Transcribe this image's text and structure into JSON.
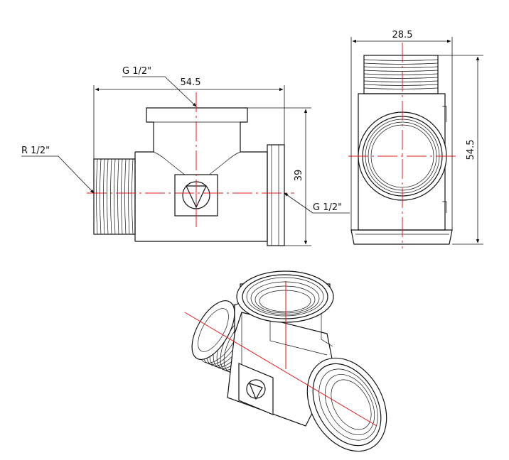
{
  "labels": {
    "front_g_top": "G 1/2\"",
    "front_r_left": "R 1/2\"",
    "front_g_right": "G 1/2\"",
    "front_width": "54.5",
    "front_height": "39",
    "side_width": "28.5",
    "side_height": "54.5"
  },
  "colors": {
    "outline": "#111111",
    "centerline": "#e21818",
    "background": "#ffffff"
  },
  "icons": {
    "logo_badge": "valve-triangle-logo"
  }
}
